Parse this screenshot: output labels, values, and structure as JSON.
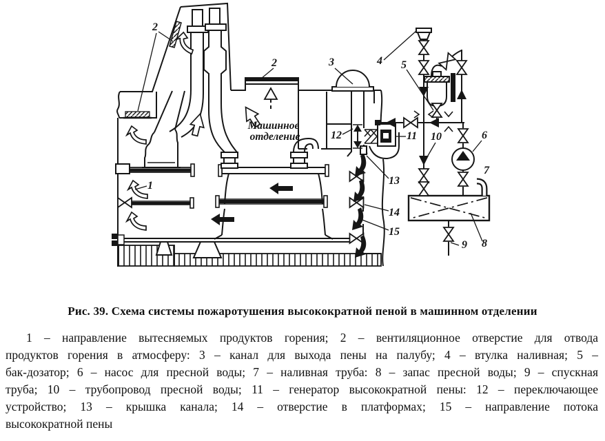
{
  "figure": {
    "caption": "Рис. 39. Схема системы пожаротушения высокократной пеной в машинном отделении"
  },
  "legend": {
    "lines": [
      "1 – направление вытесняемых продуктов горения; 2 – вентиляционное отверстие для отвода",
      "продуктов горения в атмосферу: 3 – канал для выхода пены на палубу; 4 – втулка наливная; 5 –",
      "бак-дозатор; 6 – насос для пресной воды; 7 – наливная труба: 8 – запас пресной воды; 9 – спускная",
      "труба; 10 – трубопровод пресной воды; 11 – генератор высокократной пены: 12 – переключающее",
      "устройство; 13 – крышка канала; 14 – отверстие в платформах; 15 – направление потока",
      "высокократной пены"
    ]
  },
  "diagram": {
    "room_label_line1": "Машинное",
    "room_label_line2": "отделение",
    "callouts": {
      "combustion_direction": "1",
      "funnel_vent": "2",
      "deck_vent": "2",
      "deck_channel": "3",
      "filling_sleeve": "4",
      "dosing_tank": "5",
      "fresh_water_pump": "6",
      "filling_pipe": "7",
      "fresh_water_reserve": "8",
      "drain_pipe": "9",
      "fresh_water_pipeline": "10",
      "foam_generator": "11",
      "switching_device": "12",
      "channel_cover": "13",
      "platform_opening": "14",
      "foam_flow": "15"
    },
    "ink_color": "#161616",
    "paper_color": "#ffffff"
  }
}
